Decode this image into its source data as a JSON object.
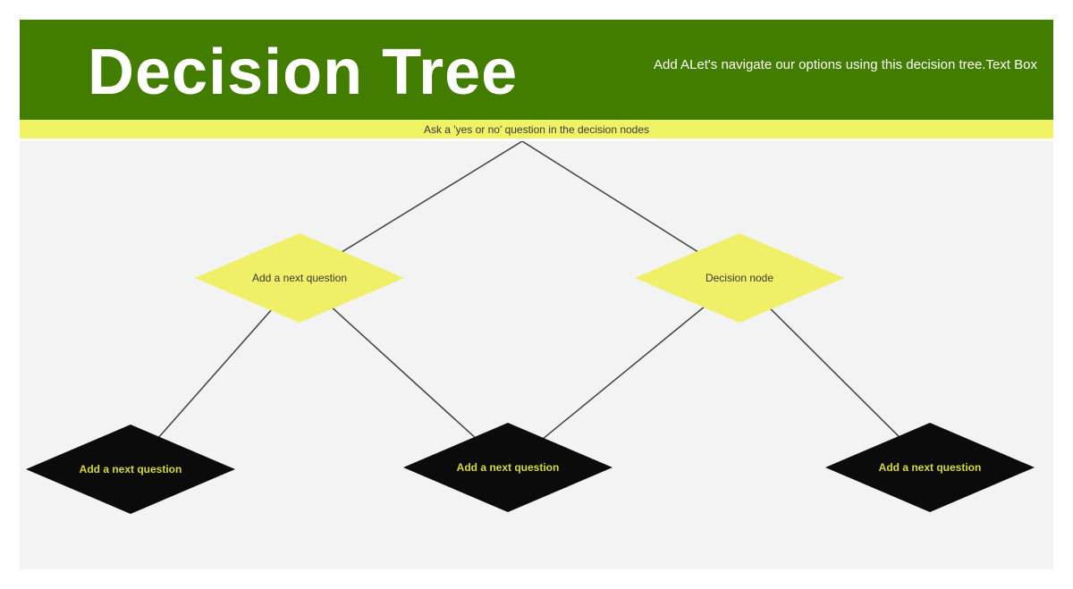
{
  "header": {
    "title": "Decision Tree",
    "subtitle": "Add ALet's navigate our options using this decision tree.Text Box"
  },
  "instruction_bar": {
    "text": "Ask a 'yes or no' question in the decision nodes"
  },
  "tree": {
    "nodes": [
      {
        "id": "decision-left",
        "label": "Add a next question",
        "type": "decision",
        "fill": "#f0ef68",
        "text_color": "#3a3a3a"
      },
      {
        "id": "decision-right",
        "label": "Decision node",
        "type": "decision",
        "fill": "#f0ef68",
        "text_color": "#3a3a3a"
      },
      {
        "id": "leaf-left",
        "label": "Add a next question",
        "type": "leaf",
        "fill": "#0b0b0b",
        "text_color": "#d8da31"
      },
      {
        "id": "leaf-middle",
        "label": "Add a next question",
        "type": "leaf",
        "fill": "#0b0b0b",
        "text_color": "#d8da31"
      },
      {
        "id": "leaf-right",
        "label": "Add a next question",
        "type": "leaf",
        "fill": "#0b0b0b",
        "text_color": "#d8da31"
      }
    ],
    "edges": [
      {
        "from": "root-apex",
        "to": "decision-left"
      },
      {
        "from": "root-apex",
        "to": "decision-right"
      },
      {
        "from": "decision-left",
        "to": "leaf-left"
      },
      {
        "from": "decision-left",
        "to": "leaf-middle"
      },
      {
        "from": "decision-right",
        "to": "leaf-middle"
      },
      {
        "from": "decision-right",
        "to": "leaf-right"
      }
    ]
  },
  "colors": {
    "header_green": "#427d00",
    "band_yellow": "#f0f266",
    "canvas_gray": "#f2f3f2",
    "diamond_yellow": "#f0ef68",
    "diamond_black": "#0b0b0b",
    "leaf_text_yellow": "#d8da31",
    "title_white": "#ffffff",
    "connector_gray": "#404040"
  }
}
